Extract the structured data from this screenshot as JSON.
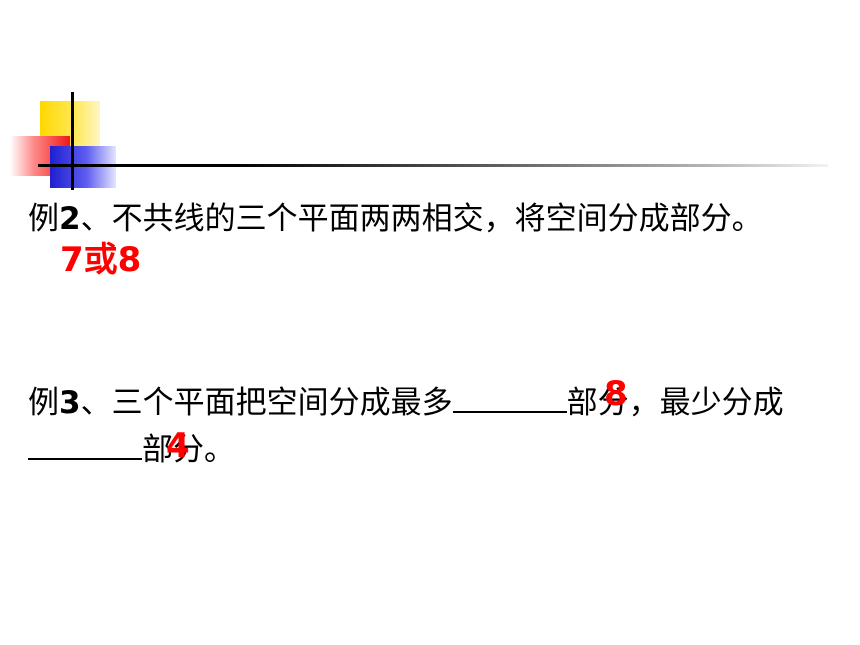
{
  "example2": {
    "label": "例",
    "number": "2",
    "text": "、不共线的三个平面两两相交，将空间分成部分。",
    "answer": "7或8"
  },
  "example3": {
    "label": "例",
    "number": "3",
    "text_a": "、三个平面把空间分成最多",
    "text_b": "部分，最少分成",
    "text_c": "部分。",
    "answer_max": "8",
    "answer_min": "4"
  },
  "colors": {
    "answer": "#ff0000",
    "text": "#000000",
    "deco_yellow": "#ffd800",
    "deco_red": "#f01818",
    "deco_blue": "#1f1fd0"
  }
}
